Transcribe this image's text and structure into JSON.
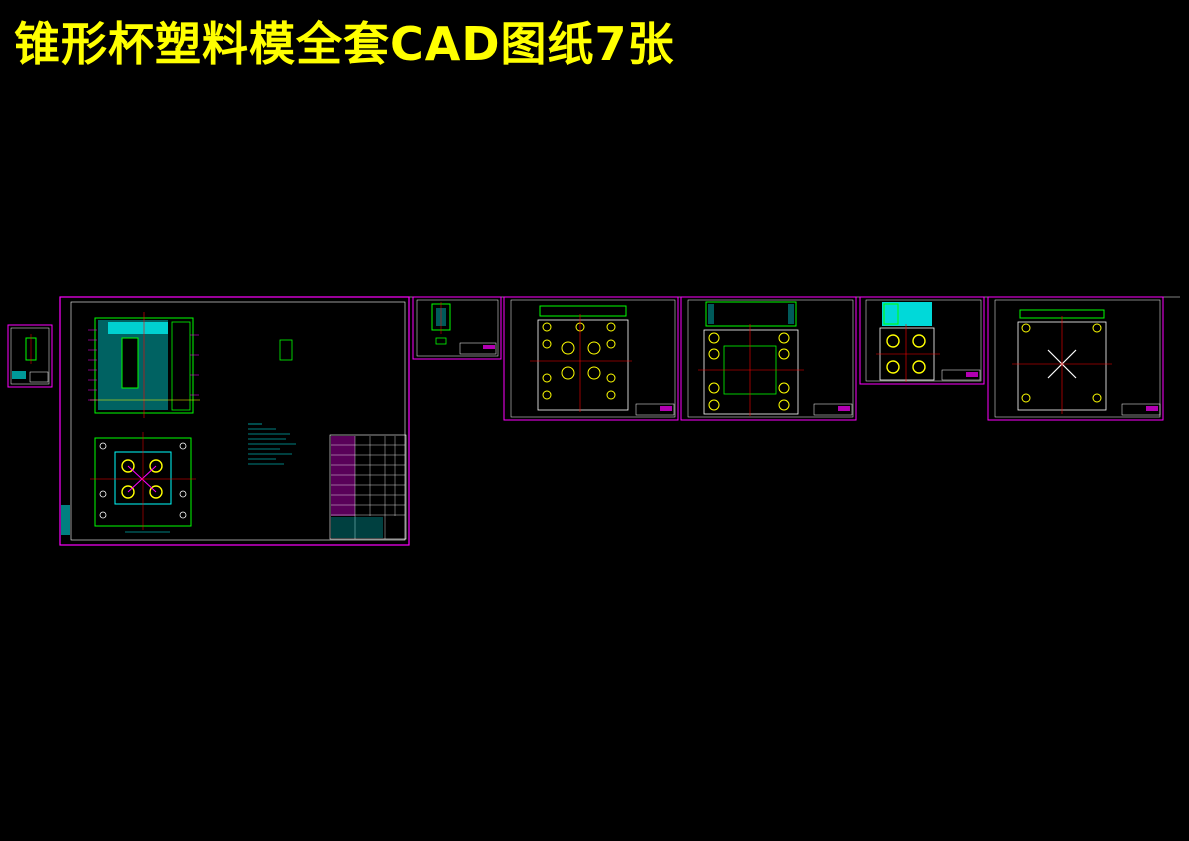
{
  "title": "锥形杯塑料模全套CAD图纸7张",
  "colors": {
    "background": "#000000",
    "title": "#ffff00",
    "frame": "#ff00ff",
    "part": "#00ff00",
    "cyan": "#00ffff",
    "center": "#ff0000",
    "hole": "#ffff00",
    "white": "#ffffff"
  },
  "sheet_count": 7,
  "sheets": [
    {
      "id": "sheet-1-part",
      "view": "part-drawing"
    },
    {
      "id": "sheet-2-assembly",
      "view": "assembly-drawing"
    },
    {
      "id": "sheet-3-core",
      "view": "core-insert"
    },
    {
      "id": "sheet-4-plate-a",
      "view": "template-plate"
    },
    {
      "id": "sheet-5-plate-b",
      "view": "template-plate"
    },
    {
      "id": "sheet-6-cavity",
      "view": "cavity-plate"
    },
    {
      "id": "sheet-7-clamp-plate",
      "view": "clamp-plate"
    }
  ]
}
